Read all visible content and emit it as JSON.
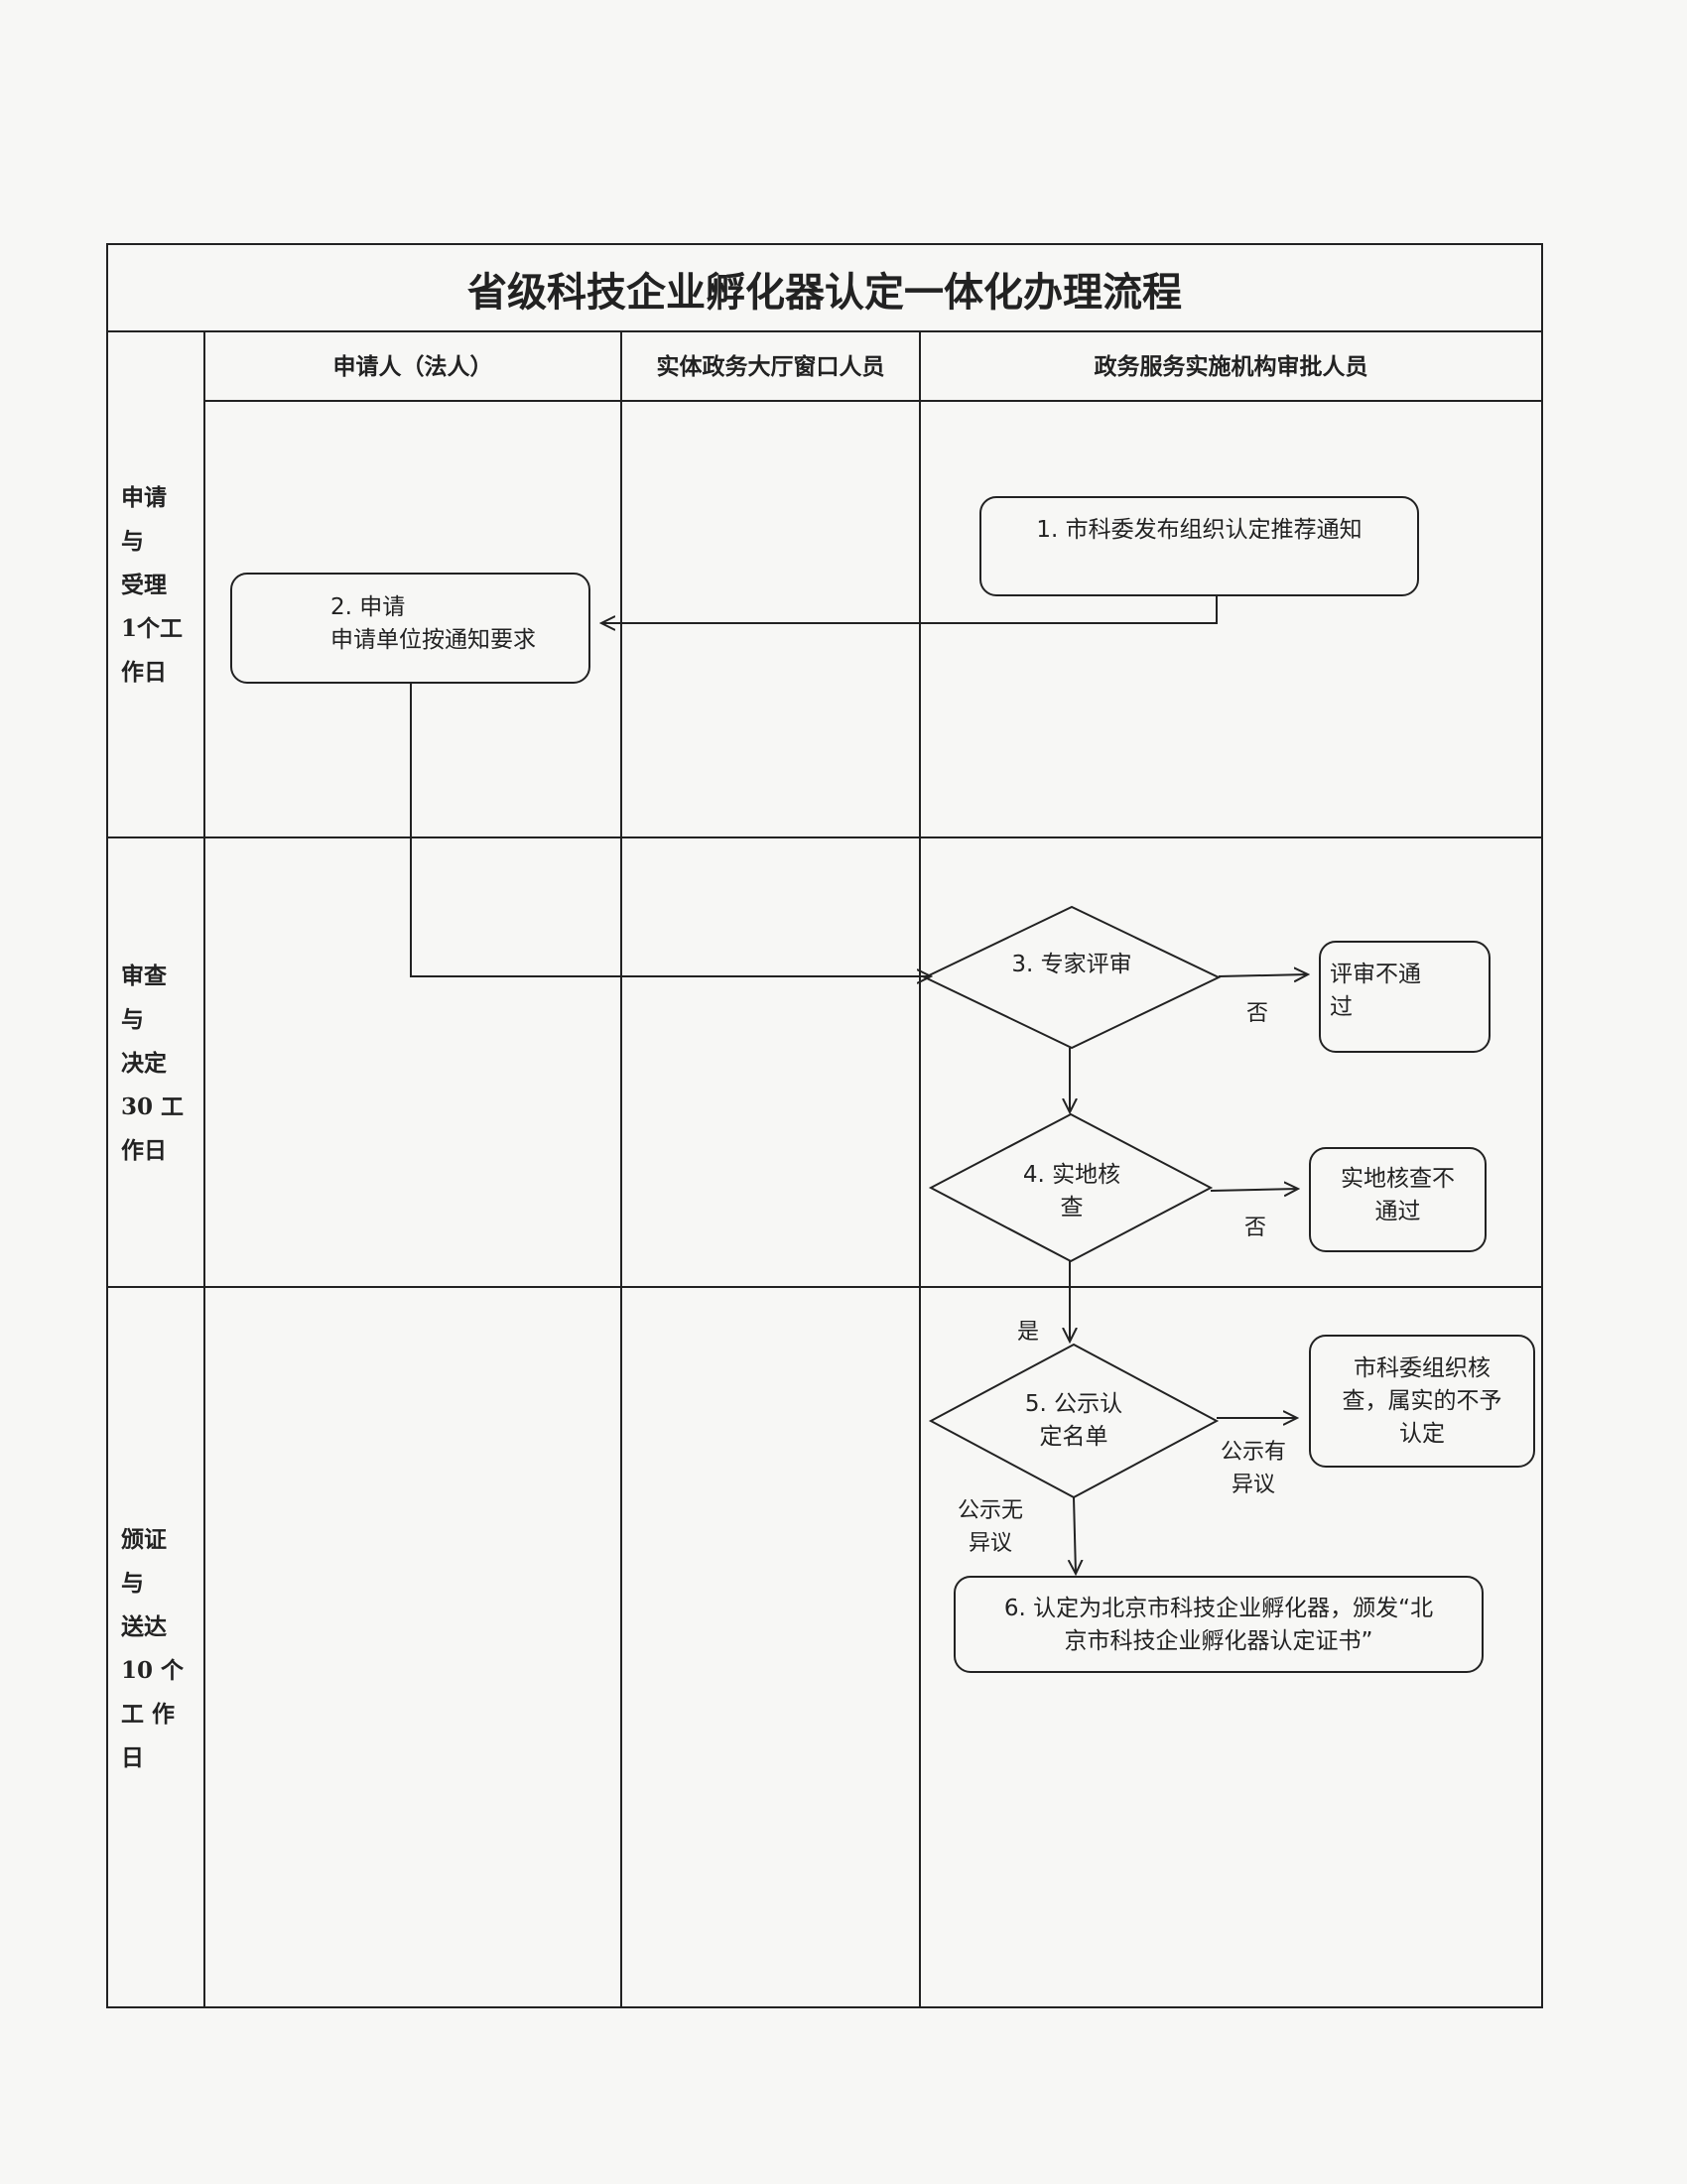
{
  "title": "省级科技企业孵化器认定一体化办理流程",
  "columns": [
    "申请人（法人）",
    "实体政务大厅窗口人员",
    "政务服务实施机构审批人员"
  ],
  "stages": [
    {
      "label": "申请\n与\n受理\n1个工\n作日"
    },
    {
      "label": "审查\n与\n决定\n30 工\n作日"
    },
    {
      "label": "颁证\n与\n送达\n10 个\n工 作\n日"
    }
  ],
  "nodes": {
    "step1": "1. 市科委发布组织认定推荐通知",
    "step2": "2. 申请\n申请单位按通知要求",
    "step3": "3. 专家评审",
    "reject3": "评审不通\n过",
    "step4": "4. 实地核\n查",
    "reject4": "实地核查不\n通过",
    "step5": "5. 公示认\n定名单",
    "reject5": "市科委组织核\n查，属实的不予\n认定",
    "step6": "6. 认定为北京市科技企业孵化器，颁发“北\n京市科技企业孵化器认定证书”"
  },
  "edge_labels": {
    "no3": "否",
    "no4": "否",
    "yes4": "是",
    "objection": "公示有\n异议",
    "no_objection": "公示无\n异议"
  }
}
